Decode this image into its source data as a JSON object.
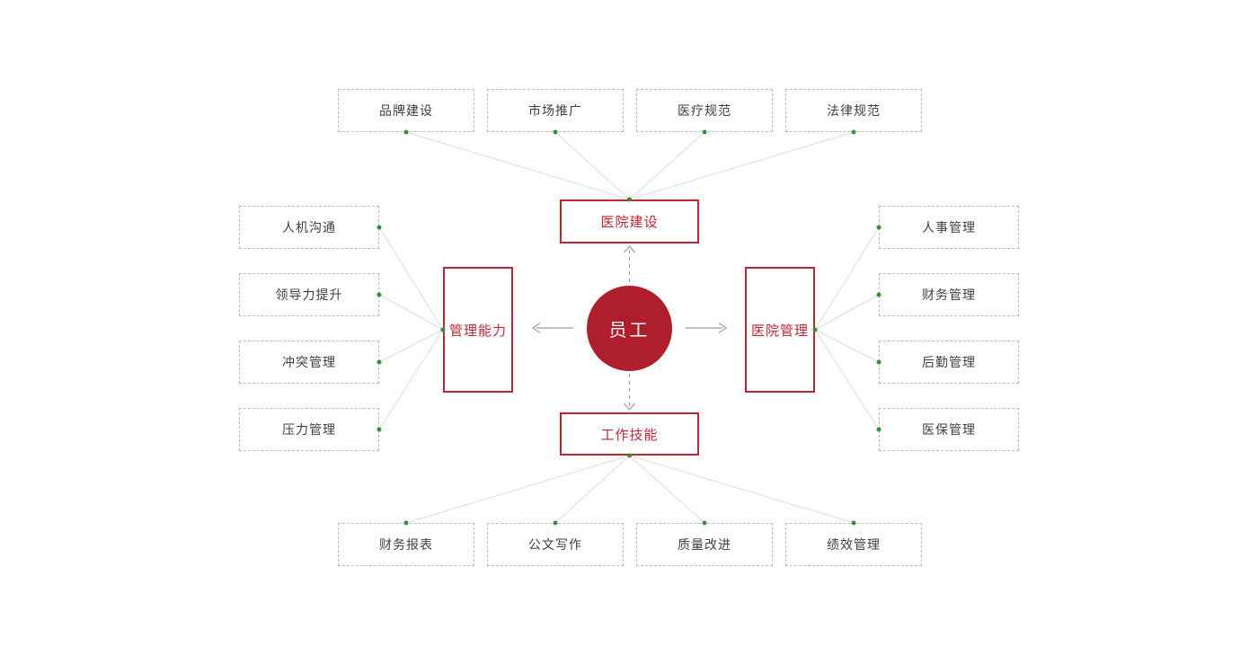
{
  "diagram": {
    "center": {
      "label": "员工"
    },
    "hubs": {
      "top": {
        "label": "医院建设",
        "children": [
          {
            "label": "品牌建设"
          },
          {
            "label": "市场推广"
          },
          {
            "label": "医疗规范"
          },
          {
            "label": "法律规范"
          }
        ]
      },
      "left": {
        "label": "管理能力",
        "children": [
          {
            "label": "人机沟通"
          },
          {
            "label": "领导力提升"
          },
          {
            "label": "冲突管理"
          },
          {
            "label": "压力管理"
          }
        ]
      },
      "right": {
        "label": "医院管理",
        "children": [
          {
            "label": "人事管理"
          },
          {
            "label": "财务管理"
          },
          {
            "label": "后勤管理"
          },
          {
            "label": "医保管理"
          }
        ]
      },
      "bottom": {
        "label": "工作技能",
        "children": [
          {
            "label": "财务报表"
          },
          {
            "label": "公文写作"
          },
          {
            "label": "质量改进"
          },
          {
            "label": "绩效管理"
          }
        ]
      }
    },
    "colors": {
      "center_fill": "#ae1e2c",
      "hub_red": "#be2733",
      "leaf_text": "#404040",
      "leaf_border": "#bdbdbd",
      "connector_line": "#dcdcdc",
      "anchor_dot_green": "#388e3c",
      "arrow_gray": "#9e9e9e"
    }
  }
}
